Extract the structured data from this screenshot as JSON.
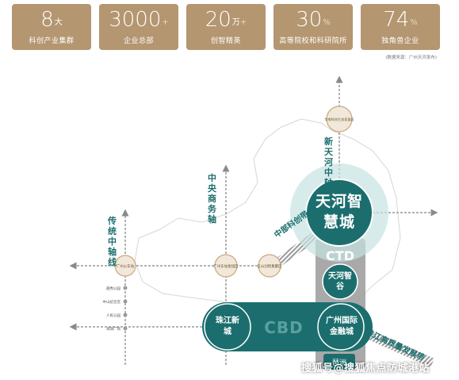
{
  "stats": [
    {
      "value": "8",
      "suffix": "大",
      "label": "科创产业集群"
    },
    {
      "value": "3000",
      "suffix": "+",
      "label": "企业总部"
    },
    {
      "value": "20",
      "suffix": "万+",
      "label": "创智精英"
    },
    {
      "value": "30",
      "suffix": "%",
      "label": "高等院校和科研院所"
    },
    {
      "value": "74",
      "suffix": "%",
      "label": "独角兽企业"
    }
  ],
  "source_note": "(数据来源：广州天河发布)",
  "axes": {
    "traditional": "传统中轴线",
    "central_business": "中央商务轴",
    "new_tianhe": "新天河中轴",
    "central_innovation": "中部科创带",
    "pearl_river": "珠江高质量发展带"
  },
  "nodes": {
    "tianhe_smart_city": "天河智慧城",
    "ctd": "CTD",
    "tianhe_zhigu": "天河智谷",
    "cbd": "CBD",
    "zhujiang_newtown": "珠江新城",
    "gz_ifc": "广州国际金融城",
    "pazhou": "琶洲",
    "huanan_ecology": "华南科技生态发展区",
    "gz_station": "广州火车站",
    "gz_east_station": "广州东站枢纽区",
    "wushan": "五山创新集聚区"
  },
  "landmarks": [
    "越秀公园",
    "中山纪念堂",
    "人民公园",
    "海珠广场"
  ],
  "watermark": "搜狐号@搜狐焦点防城港站"
}
